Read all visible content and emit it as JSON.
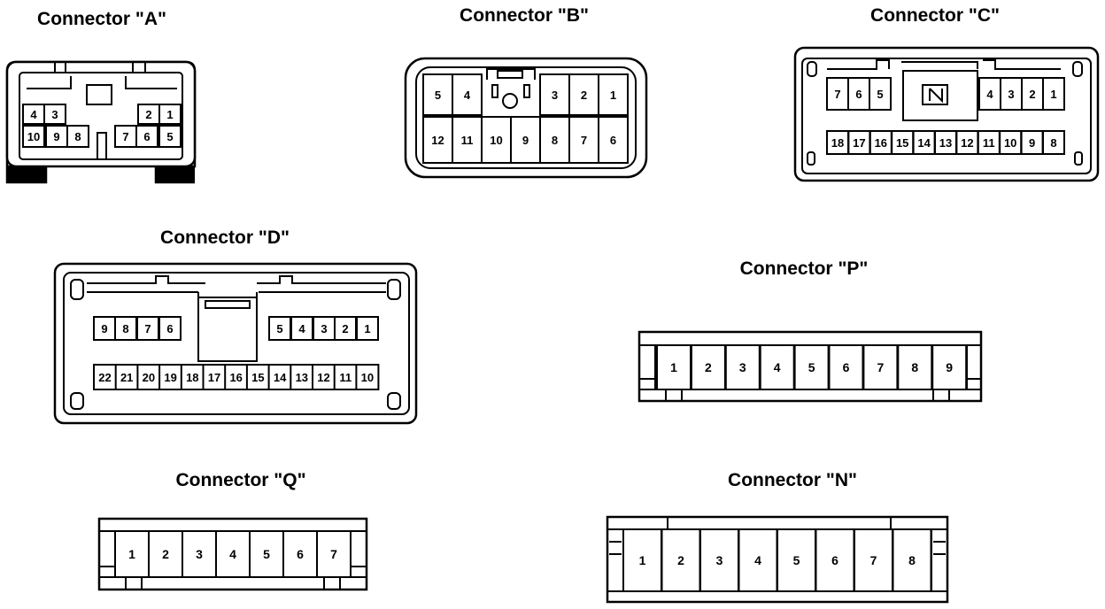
{
  "connectors": {
    "A": {
      "title": "Connector \"A\"",
      "top_row": [
        "4",
        "3",
        "",
        "",
        "2",
        "1"
      ],
      "bottom_row": [
        "10",
        "9",
        "8",
        "",
        "7",
        "6",
        "5"
      ]
    },
    "B": {
      "title": "Connector \"B\"",
      "top_row": [
        "5",
        "4",
        "3",
        "2",
        "1"
      ],
      "bottom_row": [
        "12",
        "11",
        "10",
        "9",
        "8",
        "7",
        "6"
      ]
    },
    "C": {
      "title": "Connector \"C\"",
      "top_row": [
        "7",
        "6",
        "5",
        "4",
        "3",
        "2",
        "1"
      ],
      "bottom_row": [
        "18",
        "17",
        "16",
        "15",
        "14",
        "13",
        "12",
        "11",
        "10",
        "9",
        "8"
      ]
    },
    "D": {
      "title": "Connector \"D\"",
      "top_row": [
        "9",
        "8",
        "7",
        "6",
        "5",
        "4",
        "3",
        "2",
        "1"
      ],
      "bottom_row": [
        "22",
        "21",
        "20",
        "19",
        "18",
        "17",
        "16",
        "15",
        "14",
        "13",
        "12",
        "11",
        "10"
      ]
    },
    "P": {
      "title": "Connector \"P\"",
      "pins": [
        "1",
        "2",
        "3",
        "4",
        "5",
        "6",
        "7",
        "8",
        "9"
      ]
    },
    "Q": {
      "title": "Connector \"Q\"",
      "pins": [
        "1",
        "2",
        "3",
        "4",
        "5",
        "6",
        "7"
      ]
    },
    "N": {
      "title": "Connector \"N\"",
      "pins": [
        "1",
        "2",
        "3",
        "4",
        "5",
        "6",
        "7",
        "8"
      ]
    }
  }
}
